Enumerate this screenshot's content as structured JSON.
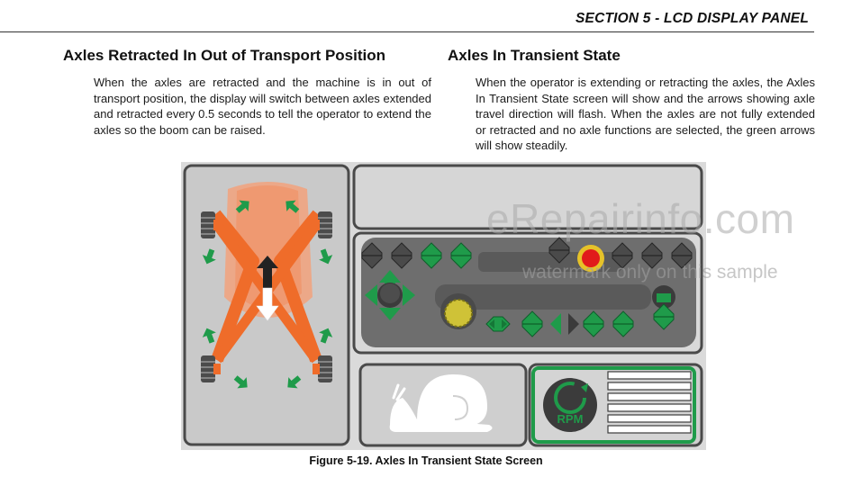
{
  "header": {
    "section_title": "SECTION 5 - LCD DISPLAY PANEL"
  },
  "left": {
    "heading": "Axles Retracted In Out of Transport Position",
    "body": "When the axles are retracted and the machine is in out of transport position, the display will switch between axles extended and retracted every 0.5 seconds to tell the operator to extend the axles so the boom can be raised."
  },
  "right": {
    "heading": "Axles In Transient State",
    "body": "When the operator is extending or retracting the axles, the Axles In Transient State screen will show and the arrows showing axle travel direction will flash. When the axles are not fully extended or retracted and no axle functions are selected, the green arrows will show steadily."
  },
  "figure": {
    "caption": "Figure 5-19. Axles In Transient State Screen",
    "rpm_label": "RPM",
    "icons": [
      "machine-axle-icon",
      "snail-icon",
      "rpm-icon",
      "emergency-stop-icon"
    ]
  },
  "watermark": {
    "line1": "eRepairinfo.com",
    "line2": "watermark only on this sample"
  },
  "colors": {
    "green": "#1f9b4a",
    "orange": "#ef6c2a",
    "gray_panel": "#cfcfcf",
    "dark": "#3b3b3b",
    "red": "#e11b1b",
    "yellow": "#d4c62a"
  }
}
